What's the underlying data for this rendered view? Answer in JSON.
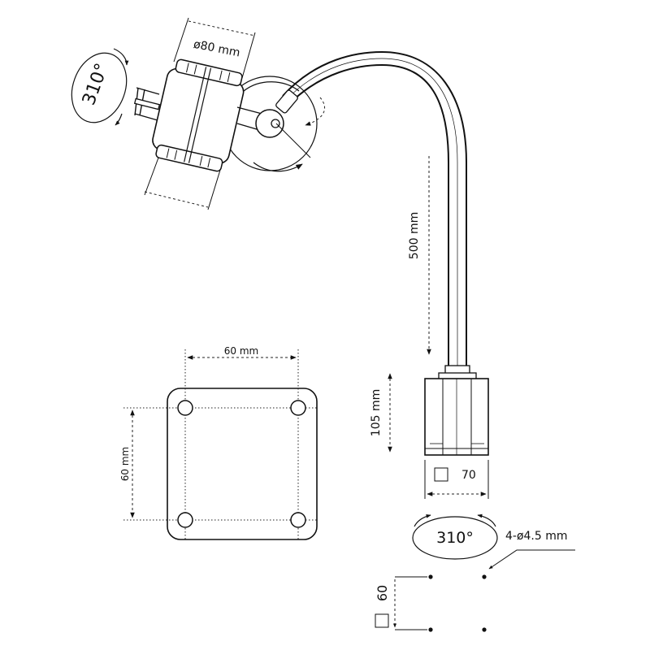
{
  "labels": {
    "lamp_diameter": "ø80 mm",
    "lamp_rotation": "310°",
    "arm_length": "500 mm",
    "base_height": "105 mm",
    "base_size": "70",
    "base_rotation": "310°",
    "plate_width": "60 mm",
    "plate_height": "60 mm",
    "holes": "4-ø4.5 mm",
    "hole_spacing": "60"
  }
}
